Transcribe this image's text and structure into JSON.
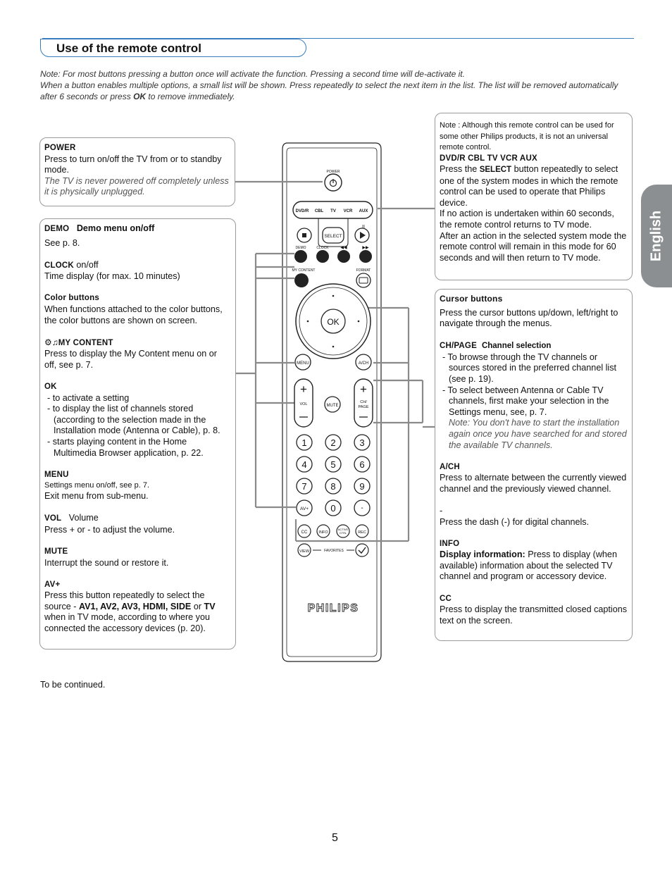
{
  "header": {
    "title": "Use of the remote control"
  },
  "note_lines": [
    "Note: For most buttons pressing a button once will activate the function. Pressing a second time will de-activate it.",
    "When a button enables multiple options, a small list will be shown. Press repeatedly to select the next item in the list. The list will be removed automatically",
    "after 6 seconds or press",
    "OK",
    "to remove immediately."
  ],
  "side_tab": "English",
  "power": {
    "heading": "POWER",
    "text": "Press to turn on/off the TV from or to standby mode.",
    "note": "The TV is never powered off completely unless it is physically unplugged."
  },
  "left": {
    "demo_heading": "DEMO",
    "demo_title": "Demo menu on/off",
    "demo_text": "See p. 8.",
    "clock_heading": "CLOCK",
    "clock_title": "on/off",
    "clock_text": "Time display (for max. 10 minutes)",
    "color_heading": "Color buttons",
    "color_text": "When functions attached to the color buttons, the color buttons are shown on screen.",
    "mycontent_heading": "MY CONTENT",
    "mycontent_text": "Press to display the My Content menu on or off, see p. 7.",
    "ok_heading": "OK",
    "ok_items": [
      "- to activate a setting",
      "- to display the list of channels stored (according to the selection made in the Installation mode (Antenna or Cable), p. 8.",
      "- starts playing content in the Home Multimedia Browser application, p.  22."
    ],
    "menu_heading": "MENU",
    "menu_text1": "Settings menu on/off, see p. 7.",
    "menu_text2": "Exit menu from sub-menu.",
    "vol_heading": "VOL",
    "vol_title": "Volume",
    "vol_text": "Press + or - to adjust the volume.",
    "mute_heading": "MUTE",
    "mute_text": "Interrupt the sound or restore it.",
    "av_heading": "AV+",
    "av_text1": "Press this button repeatedly to select the source -",
    "av_sources": "AV1, AV2, AV3, HDMI, SIDE",
    "av_or": "or",
    "av_tv": "TV",
    "av_text2": "when in TV mode, according to where you connected the accessory devices (p. 20)."
  },
  "right_top": {
    "note": "Note : Although this remote control can be used for some other Philips products, it is not an universal remote control.",
    "modes_heading": "DVD/R  CBL  TV  VCR  AUX",
    "text_pre": "Press the",
    "select_word": "SELECT",
    "text_post": "button repeatedly to select one of the system modes in which the remote control can be used to operate that Philips device.",
    "text2": "If no action is undertaken within 60 seconds, the remote control returns to TV mode.",
    "text3": "After an action in the selected system mode the remote control will remain in this mode for 60 seconds and will then return to TV mode."
  },
  "right": {
    "cursor_heading": "Cursor buttons",
    "cursor_text": "Press the cursor buttons up/down, left/right to navigate through the menus.",
    "ch_heading": "CH/PAGE",
    "ch_title": "Channel selection",
    "ch_items": [
      "-  To browse through the TV channels or sources stored in the preferred channel list (see p. 19).",
      "-  To select between Antenna or Cable TV channels, first make your selection in the Settings menu, see, p. 7."
    ],
    "ch_note": "Note: You don't have to start the installation again once you have searched for and stored the available TV channels.",
    "ach_heading": "A/CH",
    "ach_text": "Press to alternate between the currently viewed channel and the previously viewed channel.",
    "dash_heading": "-",
    "dash_text": "Press the dash (-) for digital channels.",
    "info_heading": "INFO",
    "info_bold": "Display information:",
    "info_text": "Press to display (when available) information about the selected TV channel and program or accessory device.",
    "cc_heading": "CC",
    "cc_text": "Press to display the transmitted closed captions text on the screen."
  },
  "remote": {
    "power_label": "POWER",
    "modes": [
      "DVD/R",
      "CBL",
      "TV",
      "VCR",
      "AUX"
    ],
    "select_label": "SELECT",
    "demo_label": "DEMO",
    "clock_label": "CLOCK",
    "mycontent_label": "MY CONTENT",
    "format_label": "FORMAT",
    "ok_label": "OK",
    "menu_label": "MENU",
    "ach_label": "A/CH",
    "vol_label": "VOL",
    "mute_label": "MUTE",
    "ch_label1": "CH/",
    "ch_label2": "PAGE",
    "digits": [
      "1",
      "2",
      "3",
      "4",
      "5",
      "6",
      "7",
      "8",
      "9"
    ],
    "av_label": "AV+",
    "zero_label": "0",
    "dash_label": "-",
    "cc_label": "CC",
    "info_label": "INFO",
    "active_label1": "ACTIVE",
    "active_label2": "CTRL",
    "rec_label": "REC",
    "view_label": "VIEW",
    "favorites_label": "FAVORITES",
    "brand": "PHILIPS"
  },
  "footer": "To be continued.",
  "page_number": "5",
  "colors": {
    "accent_blue": "#3a7cc0",
    "tab_gray": "#8c8f92",
    "connector_gray": "#8a8a8a"
  }
}
